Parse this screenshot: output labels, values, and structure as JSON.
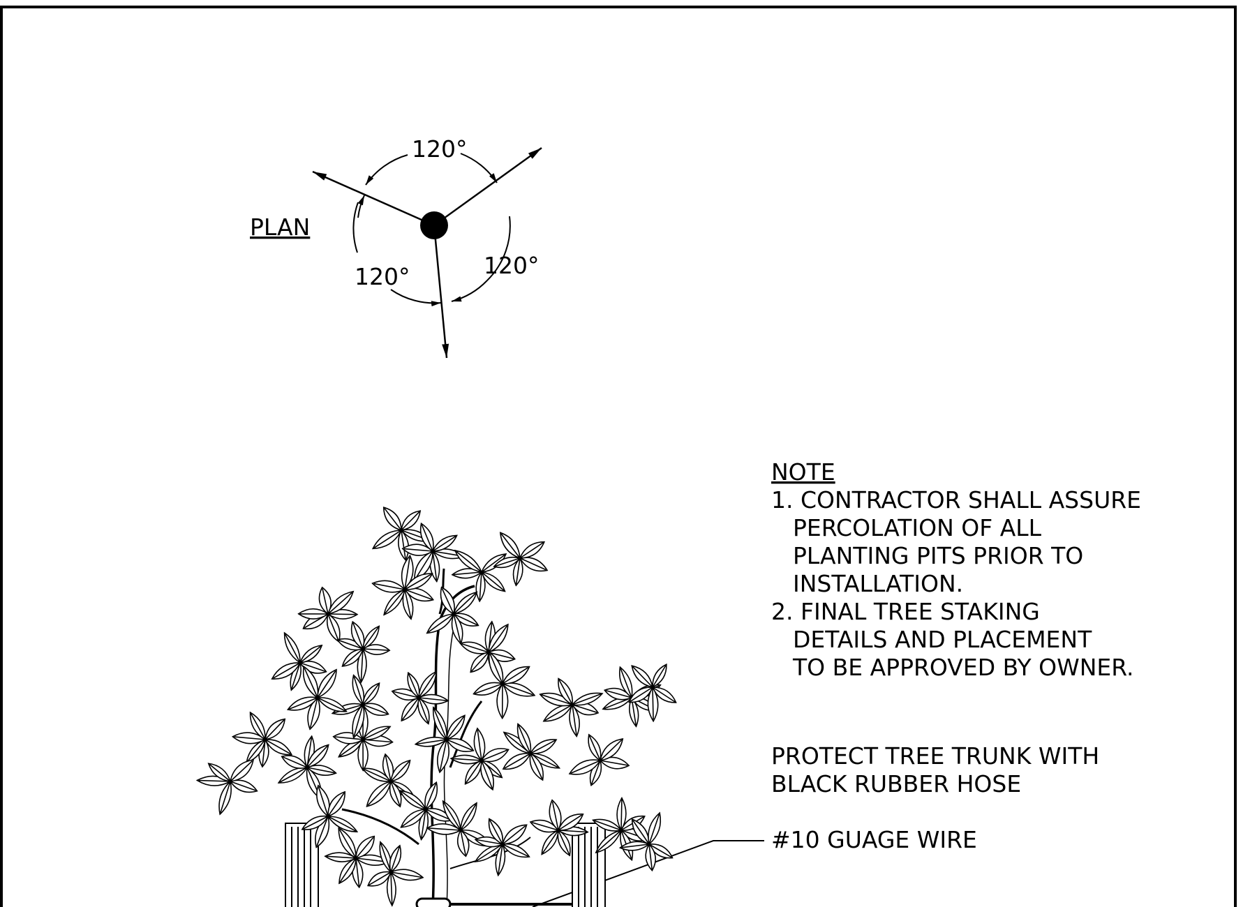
{
  "plan": {
    "label": "PLAN",
    "angle_labels": [
      "120°",
      "120°",
      "120°"
    ]
  },
  "note": {
    "title": "NOTE",
    "lines": [
      "1. CONTRACTOR SHALL ASSURE",
      "PERCOLATION OF ALL",
      "PLANTING PITS PRIOR TO",
      "INSTALLATION.",
      "2. FINAL TREE STAKING",
      "DETAILS AND PLACEMENT",
      "TO BE APPROVED BY OWNER."
    ]
  },
  "callouts": {
    "protect_line1": "PROTECT TREE TRUNK WITH",
    "protect_line2": "BLACK RUBBER HOSE",
    "wire": "#10 GUAGE WIRE"
  },
  "colors": {
    "ink": "#000000",
    "paper": "#ffffff"
  }
}
